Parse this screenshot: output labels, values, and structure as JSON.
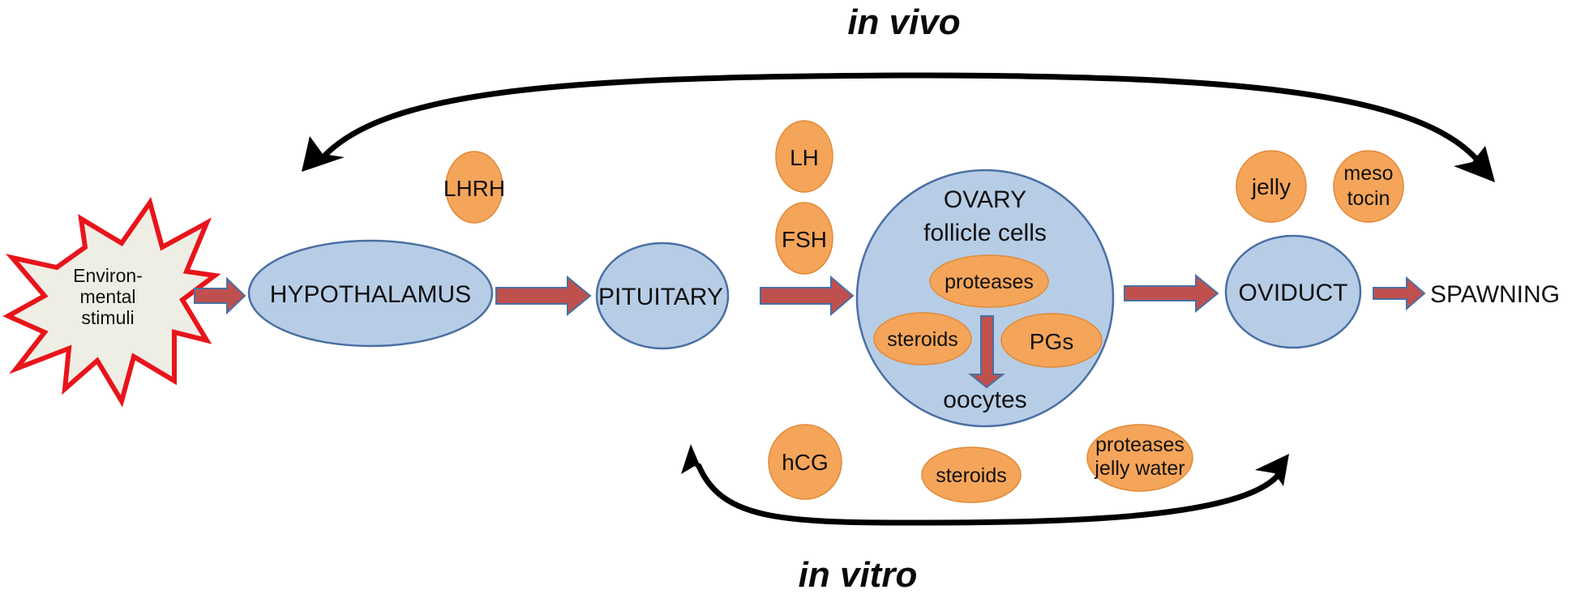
{
  "titles": {
    "top": "in vivo",
    "bottom": "in vitro"
  },
  "stimulus": {
    "lines": [
      "Environ-",
      "mental",
      "stimuli"
    ]
  },
  "organs": {
    "hypothalamus": "HYPOTHALAMUS",
    "pituitary": "PITUITARY",
    "ovary_title": "OVARY",
    "ovary_subtitle": "follicle cells",
    "oocytes": "oocytes",
    "oviduct": "OVIDUCT",
    "spawning": "SPAWNING"
  },
  "in_vivo_factors": {
    "lhrh": "LHRH",
    "lh": "LH",
    "fsh": "FSH",
    "jelly": "jelly",
    "mesotocin": [
      "meso",
      "tocin"
    ]
  },
  "ovary_factors": {
    "proteases": "proteases",
    "steroids": "steroids",
    "pgs": "PGs"
  },
  "in_vitro_factors": {
    "hcg": "hCG",
    "steroids": "steroids",
    "proteases_jelly_water": [
      "proteases",
      "jelly water"
    ]
  },
  "colors": {
    "organ_fill": "#b7cde6",
    "organ_stroke": "#4a6fa3",
    "hormone_fill": "#f5a55a",
    "flow_arrow": "#c0504d",
    "stimulus_stroke": "#e8141b",
    "stimulus_fill": "#eeeee4"
  }
}
